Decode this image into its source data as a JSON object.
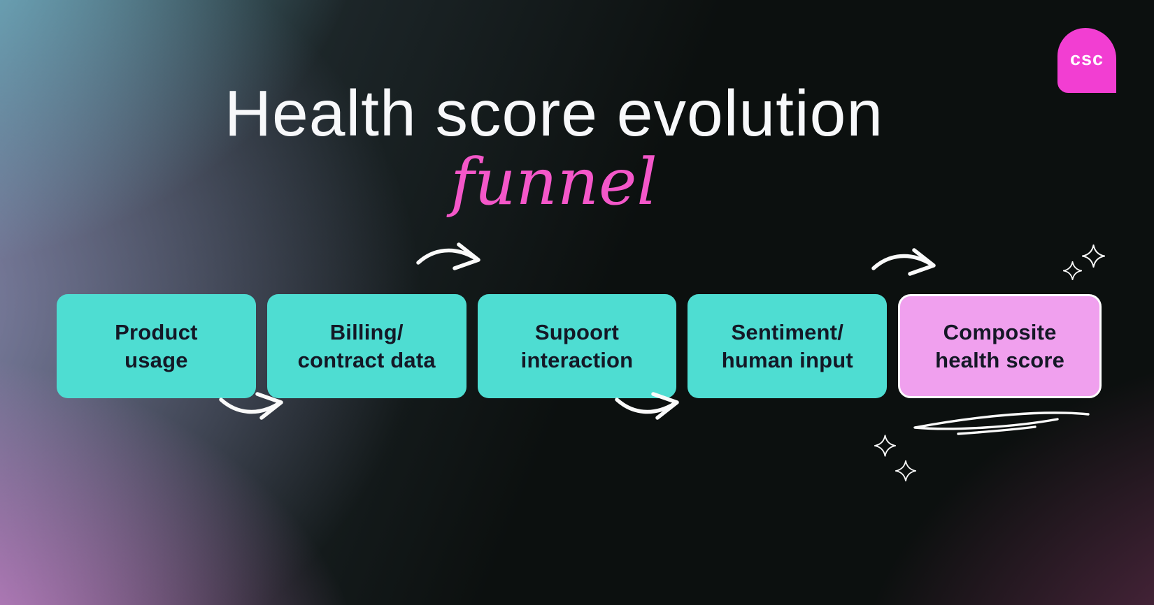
{
  "logo": {
    "label": "csc",
    "color": "#F23ED2"
  },
  "title": {
    "main": "Health score evolution",
    "accent": "funnel"
  },
  "stages": [
    {
      "line1": "Product",
      "line2": "usage",
      "variant": "teal"
    },
    {
      "line1": "Billing/",
      "line2": "contract data",
      "variant": "teal"
    },
    {
      "line1": "Supoort",
      "line2": "interaction",
      "variant": "teal"
    },
    {
      "line1": "Sentiment/",
      "line2": "human input",
      "variant": "teal"
    },
    {
      "line1": "Composite",
      "line2": "health score",
      "variant": "pink"
    }
  ],
  "decorations": {
    "arrow_icons": [
      "curved-arrow-top-1",
      "curved-arrow-bottom-1",
      "curved-arrow-bottom-2",
      "curved-arrow-top-2"
    ],
    "sparkle_icons": [
      "sparkle-top-right-small",
      "sparkle-top-right-large",
      "sparkle-bottom-1",
      "sparkle-bottom-2"
    ],
    "scribble_icon": "scribble-underline"
  },
  "colors": {
    "stage_teal": "#4EDDD2",
    "stage_pink": "#F0A0EE",
    "stage_text": "#141826",
    "accent_pink": "#F457C9",
    "logo_pink": "#F23ED2",
    "title_white": "#F7F8FA",
    "bg_top_left": "#7FD2E6",
    "bg_mid_left": "#A8A5D6",
    "bg_bottom_left": "#EF95EE",
    "bg_bottom_right": "#7A355E",
    "bg_dark": "#0C100F"
  }
}
